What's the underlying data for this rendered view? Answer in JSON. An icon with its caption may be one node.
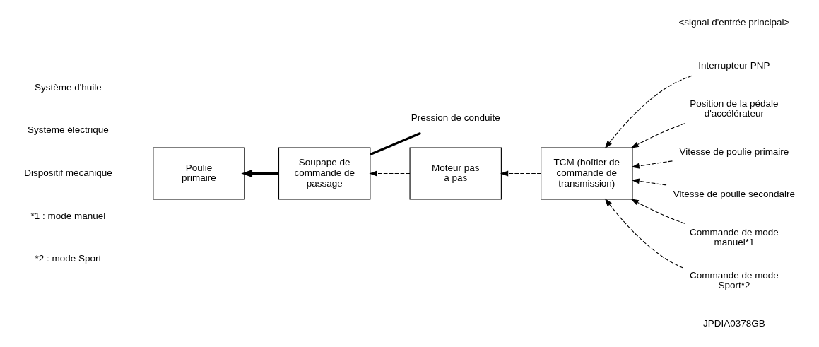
{
  "diagram": {
    "nodes": [
      {
        "text": [
          "Poulie primaire"
        ]
      },
      {
        "text": [
          "Soupape de commande de passage"
        ]
      },
      {
        "text": [
          "Moteur pas à pas"
        ]
      },
      {
        "text": [
          "TCM (boîtier de commande de transmission)"
        ]
      },
      {
        "text": [
          "Pression de conduite"
        ]
      },
      {
        "text": [
          "Interrupteur PNP"
        ]
      },
      {
        "text": [
          "Position de la pédale d'accélérateur"
        ]
      },
      {
        "text": [
          "Vitesse de poulie primaire"
        ]
      },
      {
        "text": [
          "Vitesse de poulie secondaire"
        ]
      },
      {
        "text": [
          "Commande de mode manuel*1"
        ]
      },
      {
        "text": [
          "Commande de mode Sport*2"
        ]
      }
    ],
    "edges": [
      {
        "from": 1,
        "to": 0,
        "arrow": "to",
        "style": "thick"
      },
      {
        "from": 1,
        "to": 4,
        "arrow": "none",
        "style": "thick"
      },
      {
        "from": 2,
        "to": 1,
        "arrow": "to",
        "style": "dashed"
      },
      {
        "from": 3,
        "to": 2,
        "arrow": "to",
        "style": "dashed"
      },
      {
        "from": 5,
        "to": 3,
        "arrow": "to",
        "style": "dashed"
      },
      {
        "from": 6,
        "to": 3,
        "arrow": "to",
        "style": "dashed"
      },
      {
        "from": 7,
        "to": 3,
        "arrow": "to",
        "style": "dashed"
      },
      {
        "from": 8,
        "to": 3,
        "arrow": "to",
        "style": "dashed"
      },
      {
        "from": 9,
        "to": 3,
        "arrow": "to",
        "style": "dashed"
      },
      {
        "from": 10,
        "to": 3,
        "arrow": "to",
        "style": "dashed"
      }
    ],
    "labels": [
      "<signal d'entrée principal>",
      "*1 : mode manuel",
      "*2 : mode Sport",
      "JPDIA0378GB"
    ],
    "legend": [
      {
        "text": "Système d'huile"
      },
      {
        "text": "Système électrique"
      },
      {
        "text": "Dispositif mécanique"
      }
    ]
  }
}
